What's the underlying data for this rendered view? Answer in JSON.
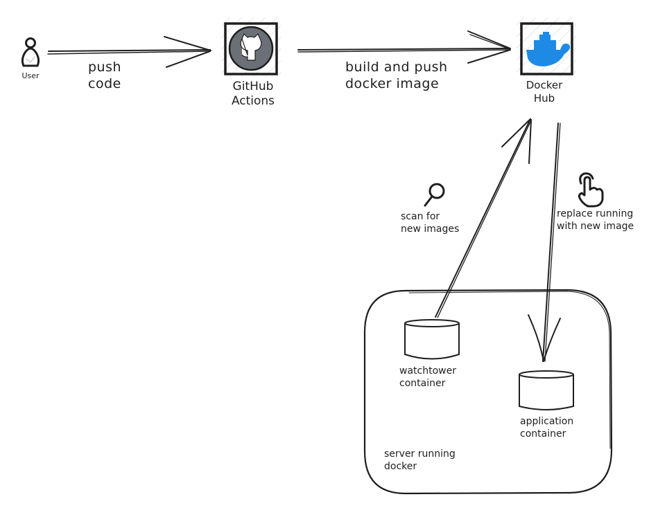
{
  "diagram": {
    "nodes": {
      "user": {
        "label": "User",
        "icon": "user-icon"
      },
      "github": {
        "label": "GitHub\nActions",
        "icon": "github-icon"
      },
      "dockerhub": {
        "label": "Docker\nHub",
        "icon": "docker-whale-icon"
      },
      "server": {
        "label": "server running\ndocker"
      },
      "watchtower": {
        "label": "watchtower\ncontainer"
      },
      "application": {
        "label": "application\ncontainer"
      }
    },
    "edges": {
      "push_code": {
        "label": "push\ncode",
        "from": "user",
        "to": "github"
      },
      "build_push": {
        "label": "build and push\ndocker image",
        "from": "github",
        "to": "dockerhub"
      },
      "scan": {
        "label": "scan for\nnew images",
        "from": "watchtower",
        "to": "dockerhub",
        "icon": "magnifier-icon"
      },
      "replace": {
        "label": "replace running\nwith new image",
        "from": "dockerhub",
        "to": "application",
        "icon": "pointing-hand-icon"
      }
    },
    "colors": {
      "stroke": "#1e1e1e",
      "github_fill": "#6b6f76",
      "docker_blue": "#1d8ae6",
      "hatch": "#c9d0d8"
    }
  }
}
